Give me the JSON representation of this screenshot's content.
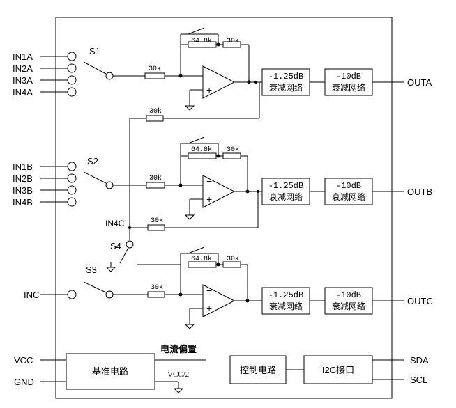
{
  "pins": {
    "in1a": "IN1A",
    "in2a": "IN2A",
    "in3a": "IN3A",
    "in4a": "IN4A",
    "in1b": "IN1B",
    "in2b": "IN2B",
    "in3b": "IN3B",
    "in4b": "IN4B",
    "inc": "INC",
    "in4c": "IN4C",
    "vcc": "VCC",
    "gnd": "GND",
    "sda": "SDA",
    "scl": "SCL",
    "outa": "OUTA",
    "outb": "OUTB",
    "outc": "OUTC"
  },
  "switches": {
    "s1": "S1",
    "s2": "S2",
    "s3": "S3",
    "s4": "S4"
  },
  "resistors": {
    "r30k": "30k",
    "r64k": "64.8k"
  },
  "opamp": {
    "minus": "−",
    "plus": "+"
  },
  "blocks": {
    "att1_top": "-1.25dB",
    "att1_bottom": "衰减网络",
    "att2_top": "-10dB",
    "att2_bottom": "衰减网络",
    "reference": "基准电路",
    "control": "控制电路",
    "i2c": "I2C接口"
  },
  "labels": {
    "bias": "电流偏置",
    "vcc_half": "VCC/2"
  }
}
